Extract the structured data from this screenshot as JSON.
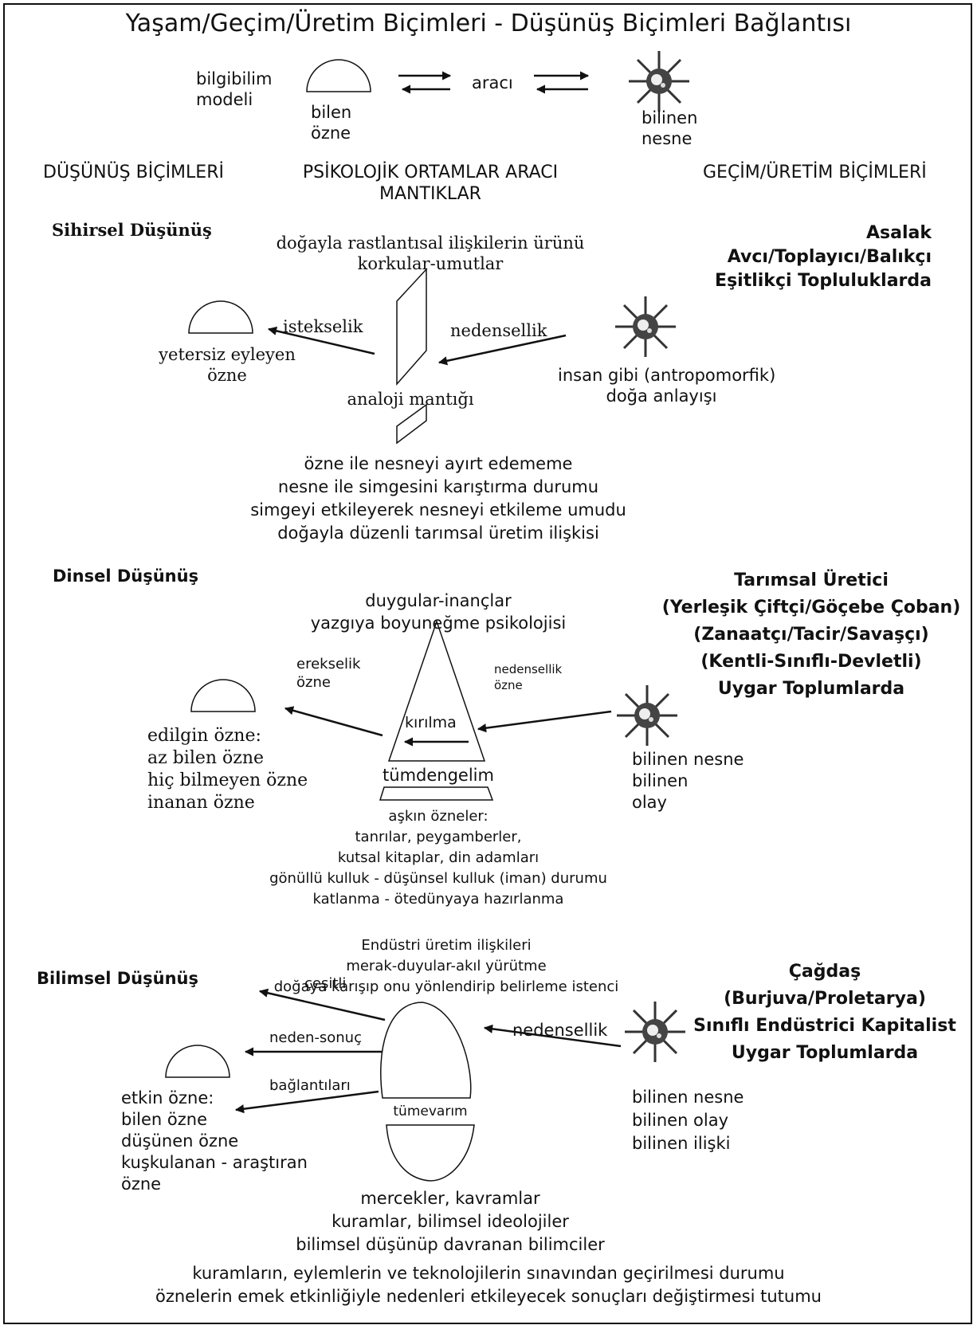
{
  "title": "Yaşam/Geçim/Üretim Biçimleri - Düşünüş Biçimleri Bağlantısı",
  "model": {
    "label": [
      "bilgibilim",
      "modeli"
    ],
    "subject": [
      "bilen",
      "özne"
    ],
    "mediator": "aracı",
    "object": [
      "bilinen",
      "nesne"
    ]
  },
  "columns": {
    "left": "DÜŞÜNÜŞ BİÇİMLERİ",
    "middle": [
      "PSİKOLOJİK ORTAMLAR ARACI",
      "MANTIKLAR"
    ],
    "right": "GEÇİM/ÜRETİM BİÇİMLERİ"
  },
  "magical": {
    "heading": "Sihirsel Düşünüş",
    "psychology": [
      "doğayla rastlantısal ilişkilerin ürünü",
      "korkular-umutlar"
    ],
    "society": [
      "Asalak",
      "Avcı/Toplayıcı/Balıkçı",
      "Eşitlikçi Topluluklarda"
    ],
    "left_arrow": "istekselik",
    "right_arrow": "nedensellik",
    "subject": [
      "yetersiz eyleyen",
      "özne"
    ],
    "logic": "analoji mantığı",
    "object": [
      "insan gibi (antropomorfik)",
      "doğa anlayışı"
    ],
    "notes": [
      "özne ile nesneyi ayırt edememe",
      "nesne ile simgesini karıştırma durumu",
      "simgeyi etkileyerek nesneyi etkileme umudu",
      "doğayla düzenli tarımsal üretim ilişkisi"
    ]
  },
  "religious": {
    "heading": "Dinsel Düşünüş",
    "psychology": [
      "duygular-inançlar",
      "yazgıya boyuneğme psikolojisi"
    ],
    "society": [
      "Tarımsal Üretici",
      "(Yerleşik Çiftçi/Göçebe Çoban)",
      "(Zanaatçı/Tacir/Savaşçı)",
      "(Kentli-Sınıflı-Devletli)",
      "Uygar Toplumlarda"
    ],
    "left_arrow": [
      "erekselik",
      "özne"
    ],
    "right_arrow": [
      "nedensellik",
      "özne"
    ],
    "refraction": "kırılma",
    "logic": "tümdengelim",
    "subject": [
      "edilgin özne:",
      "az bilen özne",
      "hiç bilmeyen özne",
      "inanan özne"
    ],
    "object": [
      "bilinen nesne",
      "bilinen",
      "olay"
    ],
    "notes": [
      "aşkın özneler:",
      "tanrılar, peygamberler,",
      "kutsal kitaplar, din adamları",
      "gönüllü kulluk - düşünsel kulluk (iman) durumu",
      "katlanma - ötedünyaya hazırlanma"
    ]
  },
  "scientific": {
    "heading": "Bilimsel Düşünüş",
    "psychology": [
      "Endüstri üretim ilişkileri",
      "merak-duyular-akıl yürütme",
      "doğaya karışıp onu yönlendirip belirleme istenci"
    ],
    "society": [
      "Çağdaş",
      "(Burjuva/Proletarya)",
      "Sınıflı Endüstrici Kapitalist",
      "Uygar Toplumlarda"
    ],
    "arrow_labels": [
      "çeşitli",
      "neden-sonuç",
      "bağlantıları"
    ],
    "right_arrow": "nedensellik",
    "logic": "tümevarım",
    "subject": [
      "etkin özne:",
      "bilen özne",
      "düşünen özne",
      "kuşkulanan - araştıran",
      "özne"
    ],
    "object": [
      "bilinen nesne",
      "bilinen olay",
      "bilinen ilişki"
    ],
    "notes": [
      "mercekler, kavramlar",
      "kuramlar, bilimsel ideolojiler",
      "bilimsel düşünüp davranan bilimciler"
    ]
  },
  "footer": [
    "kuramların, eylemlerin ve teknolojilerin sınavından geçirilmesi durumu",
    "öznelerin emek etkinliğiyle nedenleri etkileyecek sonuçları değiştirmesi tutumu"
  ]
}
